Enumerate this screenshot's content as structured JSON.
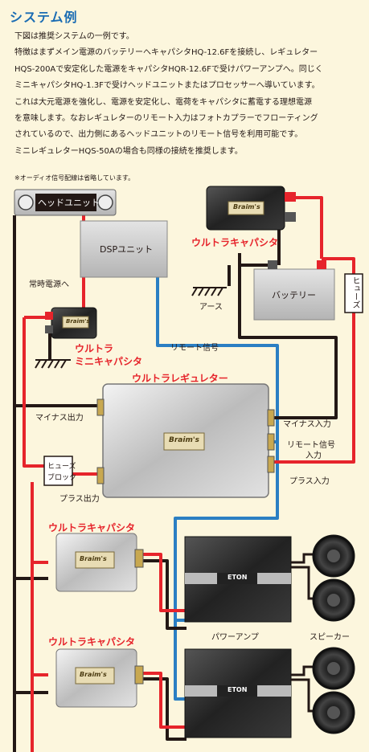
{
  "title": "システム例",
  "description": "下図は推奨システムの一例です。\n特徴はまずメイン電源のバッテリーへキャパシタHQ-12.6Fを接続し、レギュレター\nHQS-200Aで安定化した電源をキャパシタHQR-12.6Fで受けパワーアンプへ。同じく\nミニキャパシタHQ-1.3Fで受けヘッドユニットまたはプロセッサーへ導いています。\nこれは大元電源を強化し、電源を安定化し、電荷をキャパシタに蓄電する理想電源\nを意味します。なおレギュレターのリモート入力はフォトカプラーでフローティング\nされているので、出力側にあるヘッドユニットのリモート信号を利用可能です。\nミニレギュレターHQS-50Aの場合も同様の接続を推奨します。",
  "note": "※オーディオ信号配線は省略しています。",
  "labels": {
    "head_unit": "ヘッドユニット",
    "dsp_unit": "DSPユニット",
    "ultra_capacitor_top": "ウルトラキャパシタ",
    "battery": "バッテリー",
    "fuse": "ヒューズ",
    "earth": "アース",
    "constant_power": "常時電源へ",
    "ultra_mini_capacitor_line1": "ウルトラ",
    "ultra_mini_capacitor_line2": "ミニキャパシタ",
    "remote_signal": "リモート信号",
    "ultra_regulator": "ウルトラレギュレター",
    "minus_output": "マイナス出力",
    "minus_input": "マイナス入力",
    "remote_signal_input_line1": "リモート信号",
    "remote_signal_input_line2": "入力",
    "fuse_block_line1": "ヒューズ",
    "fuse_block_line2": "ブロック",
    "plus_output": "プラス出力",
    "plus_input": "プラス入力",
    "ultra_capacitor_mid": "ウルトラキャパシタ",
    "ultra_capacitor_bottom": "ウルトラキャパシタ",
    "power_amp": "パワーアンプ",
    "speaker": "スピーカー",
    "brand": "Braim's",
    "amp_brand": "ETON"
  },
  "colors": {
    "title": "#1a6cb3",
    "wire_red": "#e6242b",
    "wire_black": "#231815",
    "wire_blue": "#2b7fc3",
    "background": "#fcf6dd"
  }
}
